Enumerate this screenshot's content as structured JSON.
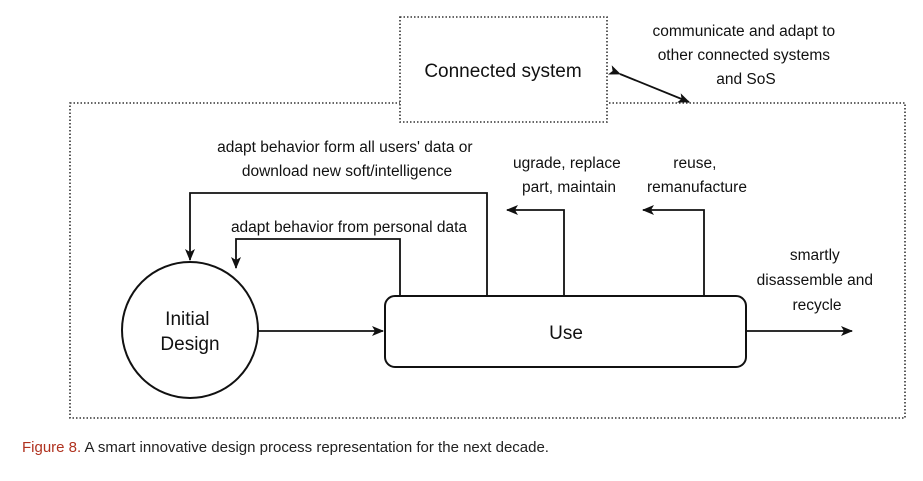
{
  "diagram": {
    "connected_system": "Connected system",
    "communicate_label": [
      "communicate and adapt to",
      "other connected systems",
      "and SoS"
    ],
    "adapt_all_label": [
      "adapt behavior form all users' data or",
      "download new soft/intelligence"
    ],
    "upgrade_label": [
      "ugrade, replace",
      "part, maintain"
    ],
    "reuse_label": [
      "reuse,",
      "remanufacture"
    ],
    "adapt_personal_label": "adapt behavior from personal data",
    "recycle_label": [
      "smartly",
      "disassemble and",
      "recycle"
    ],
    "initial_design": [
      "Initial",
      "Design"
    ],
    "use": "Use"
  },
  "caption": {
    "figure_label": "Figure 8.",
    "text": " A smart innovative design process representation for the next decade."
  }
}
